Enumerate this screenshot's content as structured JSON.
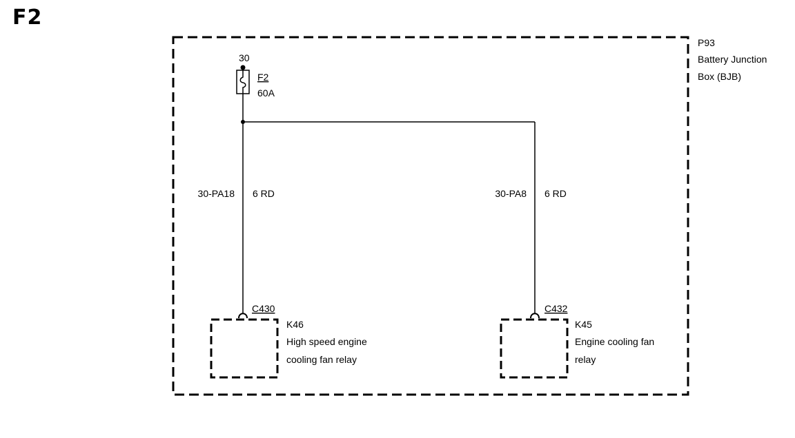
{
  "page_title": "F2",
  "junction_box": {
    "id": "P93",
    "name_line1": "Battery Junction",
    "name_line2": "Box (BJB)"
  },
  "supply": {
    "terminal": "30"
  },
  "fuse": {
    "id": "F2",
    "rating": "60A"
  },
  "wires": {
    "left": {
      "circuit": "30-PA18",
      "spec": "6 RD"
    },
    "right": {
      "circuit": "30-PA8",
      "spec": "6 RD"
    }
  },
  "connectors": {
    "left": "C430",
    "right": "C432"
  },
  "relays": {
    "left": {
      "id": "K46",
      "line1": "High speed engine",
      "line2": "cooling fan relay"
    },
    "right": {
      "id": "K45",
      "line1": "Engine cooling fan",
      "line2": "relay"
    }
  }
}
